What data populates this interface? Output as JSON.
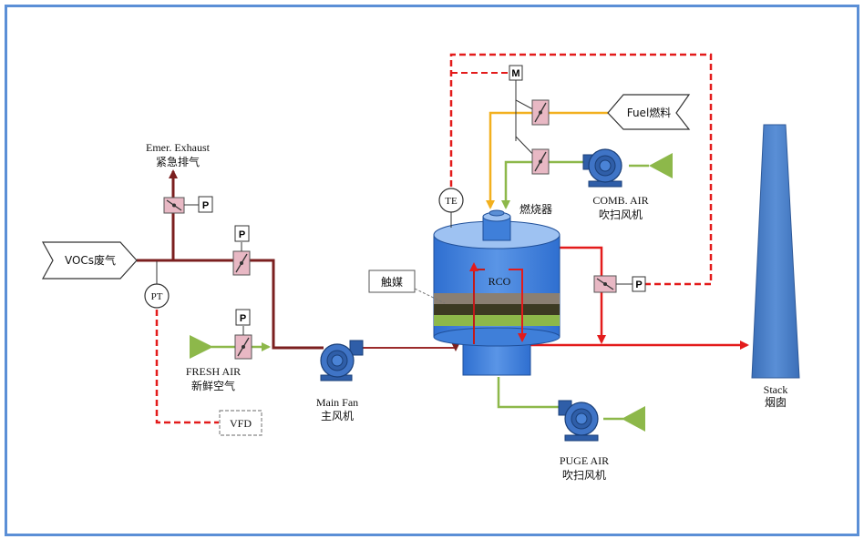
{
  "labels": {
    "vocs": "VOCs废气",
    "emer_en": "Emer. Exhaust",
    "emer_cn": "紧急排气",
    "fresh_en": "FRESH AIR",
    "fresh_cn": "新鲜空气",
    "mainfan_en": "Main Fan",
    "mainfan_cn": "主风机",
    "vfd": "VFD",
    "pt": "PT",
    "te": "TE",
    "p": "P",
    "m": "M",
    "fuel": "Fuel燃料",
    "burner": "燃烧器",
    "comb_en": "COMB. AIR",
    "comb_cn": "吹扫风机",
    "catalyst": "触媒",
    "rco": "RCO",
    "puge_en": "PUGE AIR",
    "puge_cn": "吹扫风机",
    "stack_en": "Stack",
    "stack_cn": "烟囱"
  },
  "colors": {
    "frame": "#5b8fd6",
    "duct": "#7b1f1f",
    "hot_gas": "#e31b1b",
    "fuel_line": "#f2b01e",
    "air_line": "#8db84a",
    "signal": "#e31b1b",
    "vessel": "#3f7fd9",
    "stack": "#4a7fc4",
    "fan": "#2f5ea8"
  }
}
